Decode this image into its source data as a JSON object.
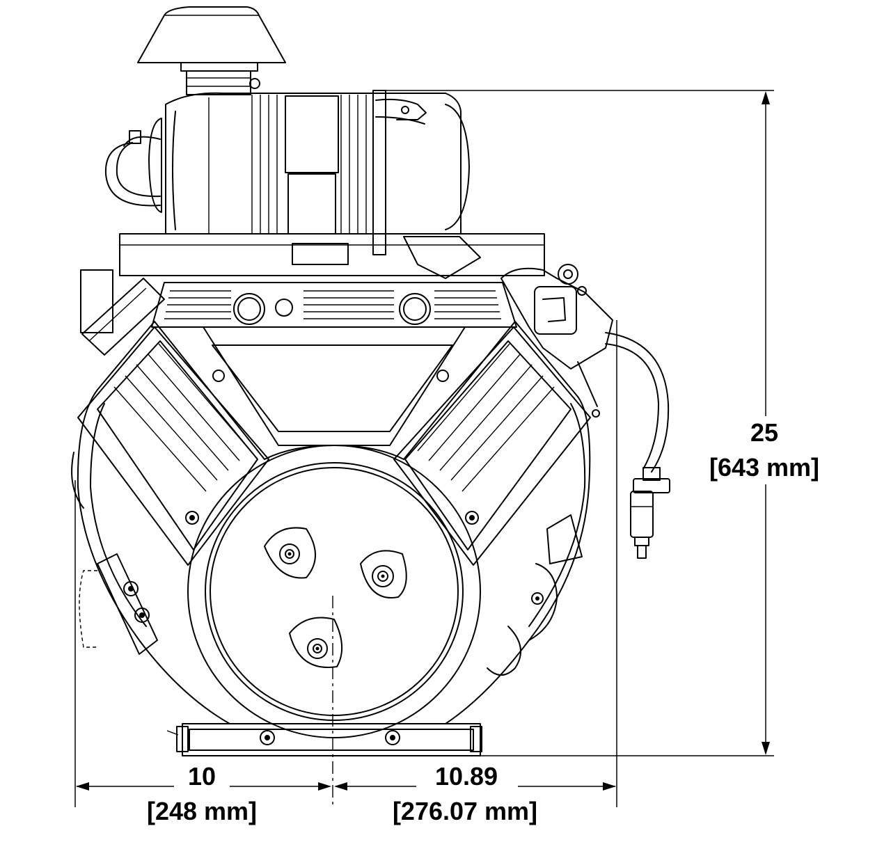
{
  "dimensions": {
    "height": {
      "value": "25",
      "metric": "[643 mm]"
    },
    "left_width": {
      "value": "10",
      "metric": "[248 mm]"
    },
    "right_width": {
      "value": "10.89",
      "metric": "[276.07 mm]"
    }
  },
  "colors": {
    "line": "#000000",
    "background": "#ffffff"
  }
}
